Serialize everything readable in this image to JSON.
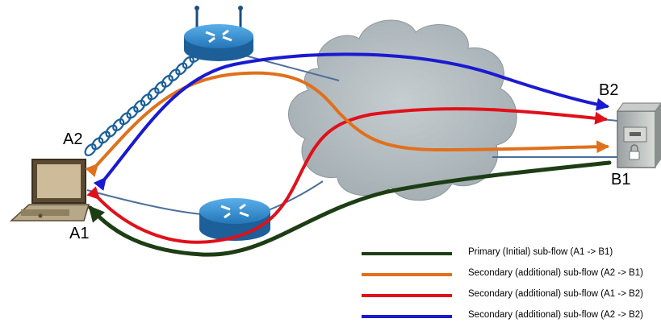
{
  "labels": {
    "a1": "A1",
    "a2": "A2",
    "b1": "B1",
    "b2": "B2"
  },
  "legend": [
    {
      "text": "Primary (Initial) sub-flow (A1 -> B1)",
      "color": "#1d3d14"
    },
    {
      "text": "Secondary (additional) sub-flow (A2 -> B1)",
      "color": "#e0701c"
    },
    {
      "text": "Secondary (additional) sub-flow (A1 -> B2)",
      "color": "#e0101a"
    },
    {
      "text": "Secondary (additional) sub-flow (A2 -> B2)",
      "color": "#1a1ad0"
    }
  ],
  "colors": {
    "primary": "#1d3d14",
    "orange": "#e0701c",
    "red": "#e0101a",
    "blue": "#1a1ad0",
    "cloud": "#b4bcbf",
    "router": "#2a7fc0",
    "link": "#4d6f9a"
  },
  "icons": [
    "wireless-router-icon",
    "router-icon",
    "laptop-icon",
    "server-icon",
    "cloud-icon",
    "wifi-coil-icon"
  ]
}
